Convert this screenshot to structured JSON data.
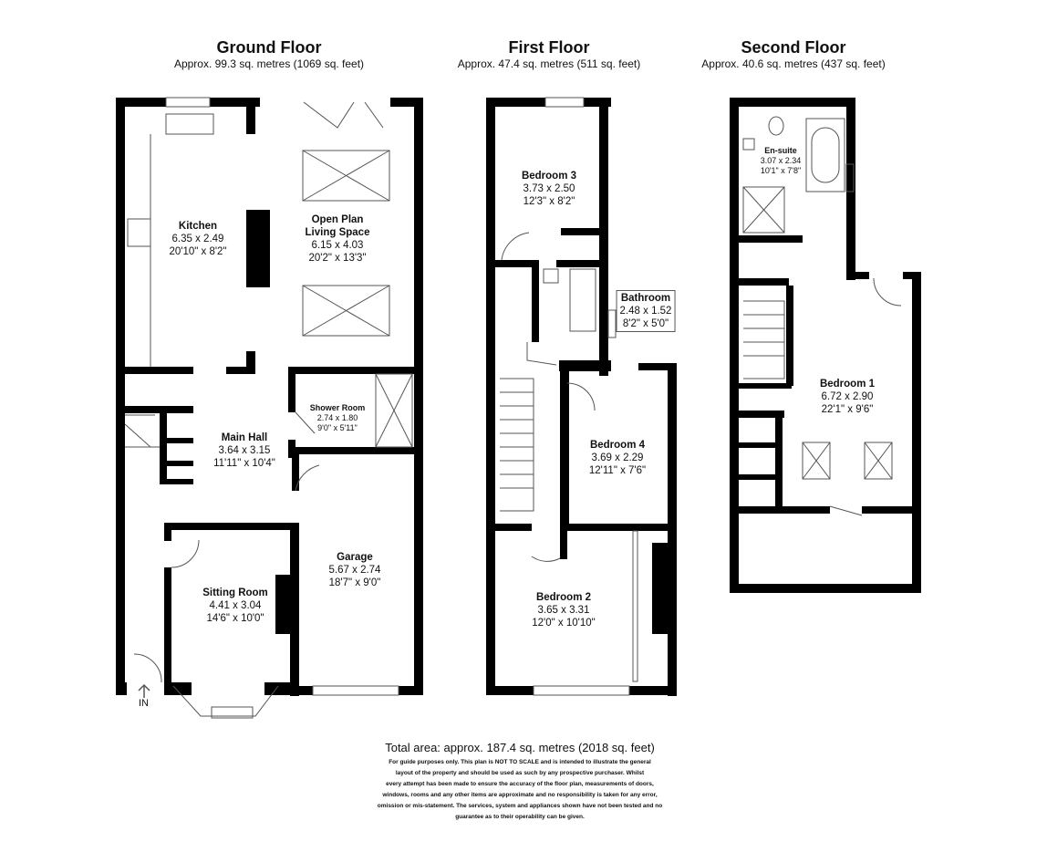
{
  "floors": [
    {
      "title": "Ground Floor",
      "area": "Approx. 99.3 sq. metres (1069 sq. feet)"
    },
    {
      "title": "First Floor",
      "area": "Approx. 47.4 sq. metres (511 sq. feet)"
    },
    {
      "title": "Second Floor",
      "area": "Approx. 40.6 sq. metres (437 sq. feet)"
    }
  ],
  "rooms": {
    "kitchen": {
      "name": "Kitchen",
      "metric": "6.35 x 2.49",
      "imperial": "20'10\" x 8'2\""
    },
    "living": {
      "name": "Open Plan",
      "name2": "Living Space",
      "metric": "6.15 x 4.03",
      "imperial": "20'2\" x 13'3\""
    },
    "shower": {
      "name": "Shower Room",
      "metric": "2.74 x 1.80",
      "imperial": "9'0\" x 5'11\""
    },
    "hall": {
      "name": "Main Hall",
      "metric": "3.64 x 3.15",
      "imperial": "11'11\" x 10'4\""
    },
    "garage": {
      "name": "Garage",
      "metric": "5.67 x 2.74",
      "imperial": "18'7\" x 9'0\""
    },
    "sitting": {
      "name": "Sitting Room",
      "metric": "4.41 x 3.04",
      "imperial": "14'6\" x 10'0\""
    },
    "bed3": {
      "name": "Bedroom 3",
      "metric": "3.73 x 2.50",
      "imperial": "12'3\" x 8'2\""
    },
    "bathroom": {
      "name": "Bathroom",
      "metric": "2.48 x 1.52",
      "imperial": "8'2\" x 5'0\""
    },
    "bed4": {
      "name": "Bedroom 4",
      "metric": "3.69 x 2.29",
      "imperial": "12'11\" x 7'6\""
    },
    "bed2": {
      "name": "Bedroom 2",
      "metric": "3.65 x 3.31",
      "imperial": "12'0\" x 10'10\""
    },
    "ensuite": {
      "name": "En-suite",
      "metric": "3.07 x 2.34",
      "imperial": "10'1\" x 7'8\""
    },
    "bed1": {
      "name": "Bedroom 1",
      "metric": "6.72 x 2.90",
      "imperial": "22'1\" x 9'6\""
    }
  },
  "entrance_label": "IN",
  "footer": {
    "total": "Total area: approx. 187.4 sq. metres (2018 sq. feet)",
    "disclaimer": [
      "For guide purposes only. This plan is NOT TO SCALE and is intended to illustrate the general",
      "layout of the property and should be used as such by any prospective purchaser. Whilst",
      "every attempt has been made to ensure the accuracy of the floor plan, measurements of doors,",
      "windows, rooms and any other items are approximate and no responsibility is taken for any error,",
      "omission or mis-statement. The services, system and appliances shown have not been tested and no",
      "guarantee as to their operability can be given."
    ]
  },
  "colors": {
    "wall": "#000000",
    "fixture": "#555555",
    "background": "#ffffff"
  }
}
